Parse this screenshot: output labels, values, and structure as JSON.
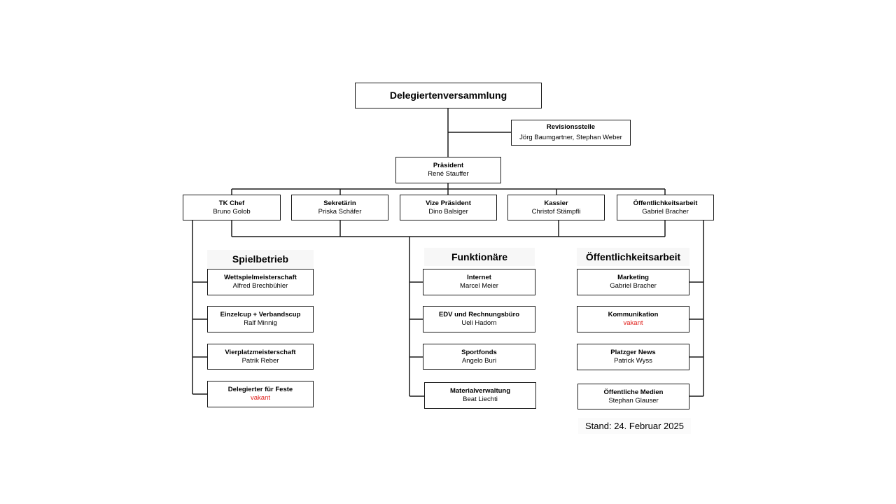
{
  "root": {
    "title": "Delegiertenversammlung"
  },
  "revision": {
    "title": "Revisionsstelle",
    "name": "Jörg Baumgartner, Stephan Weber"
  },
  "president": {
    "title": "Präsident",
    "name": "René Stauffer"
  },
  "board": [
    {
      "title": "TK Chef",
      "name": "Bruno Golob"
    },
    {
      "title": "Sekretärin",
      "name": "Priska Schäfer"
    },
    {
      "title": "Vize Präsident",
      "name": "Dino Balsiger"
    },
    {
      "title": "Kassier",
      "name": "Christof Stämpfli"
    },
    {
      "title": "Öffentlichkeitsarbeit",
      "name": "Gabriel Bracher"
    }
  ],
  "groups": [
    {
      "heading": "Spielbetrieb",
      "items": [
        {
          "title": "Wettspielmeisterschaft",
          "name": "Alfred Brechbühler",
          "vacant": false
        },
        {
          "title": "Einzelcup + Verbandscup",
          "name": "Ralf Minnig",
          "vacant": false
        },
        {
          "title": "Vierplatzmeisterschaft",
          "name": "Patrik Reber",
          "vacant": false
        },
        {
          "title": "Delegierter für Feste",
          "name": "vakant",
          "vacant": true
        }
      ]
    },
    {
      "heading": "Funktionäre",
      "items": [
        {
          "title": "Internet",
          "name": "Marcel Meier",
          "vacant": false
        },
        {
          "title": "EDV und Rechnungsbüro",
          "name": "Ueli Hadorn",
          "vacant": false
        },
        {
          "title": "Sportfonds",
          "name": "Angelo Buri",
          "vacant": false
        },
        {
          "title": "Materialverwaltung",
          "name": "Beat Liechti",
          "vacant": false
        }
      ]
    },
    {
      "heading": "Öffentlichkeitsarbeit",
      "items": [
        {
          "title": "Marketing",
          "name": "Gabriel Bracher",
          "vacant": false
        },
        {
          "title": "Kommunikation",
          "name": "vakant",
          "vacant": true
        },
        {
          "title": "Platzger News",
          "name": "Patrick Wyss",
          "vacant": false
        },
        {
          "title": "Öffentliche Medien",
          "name": "Stephan Glauser",
          "vacant": false
        }
      ]
    }
  ],
  "stand": "Stand: 24. Februar 2025",
  "colors": {
    "line": "#1a1a1a",
    "vacant": "#e0201b"
  }
}
